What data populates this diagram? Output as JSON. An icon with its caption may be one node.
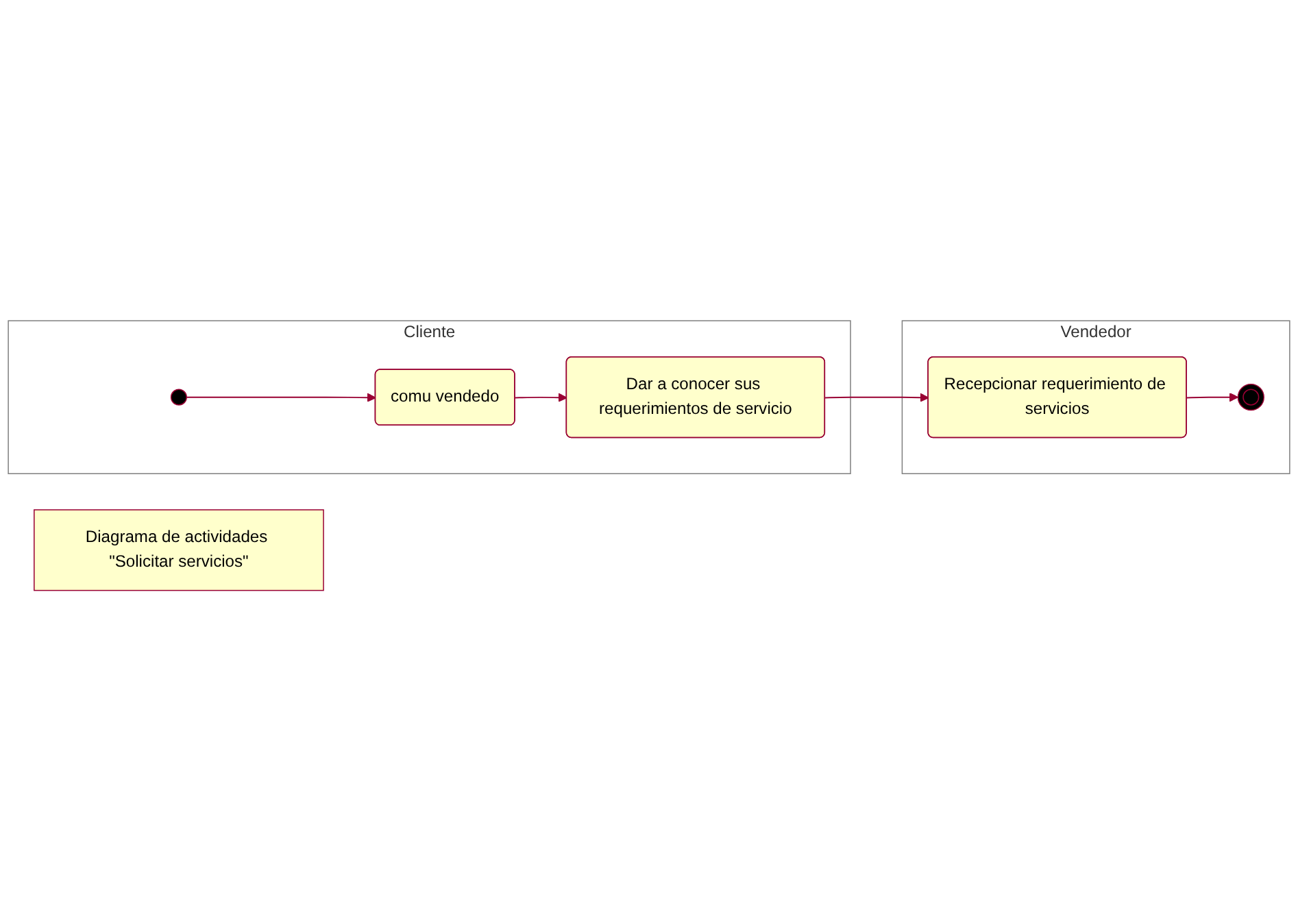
{
  "diagram": {
    "nodes": [
      {
        "text": [
          "Cliente"
        ]
      },
      {
        "text": [
          "Vendedor"
        ]
      },
      {
        "text": [],
        "shape": "circle",
        "in": 0
      },
      {
        "text": [
          "comu vendedo"
        ],
        "in": 0
      },
      {
        "text": [
          "Dar a conocer sus requerimientos de servicio"
        ],
        "in": 0
      },
      {
        "text": [
          "Recepcionar requerimiento de servicios"
        ],
        "in": 1
      },
      {
        "text": [],
        "shape": "circle",
        "in": 1
      },
      {
        "text": [
          "Diagrama de actividades \"Solicitar servicios\""
        ]
      }
    ],
    "edges": [
      {
        "from": 2,
        "to": 3,
        "arrow": "to"
      },
      {
        "from": 3,
        "to": 4,
        "arrow": "to"
      },
      {
        "from": 4,
        "to": 5,
        "arrow": "to"
      },
      {
        "from": 5,
        "to": 6,
        "arrow": "to"
      }
    ]
  }
}
